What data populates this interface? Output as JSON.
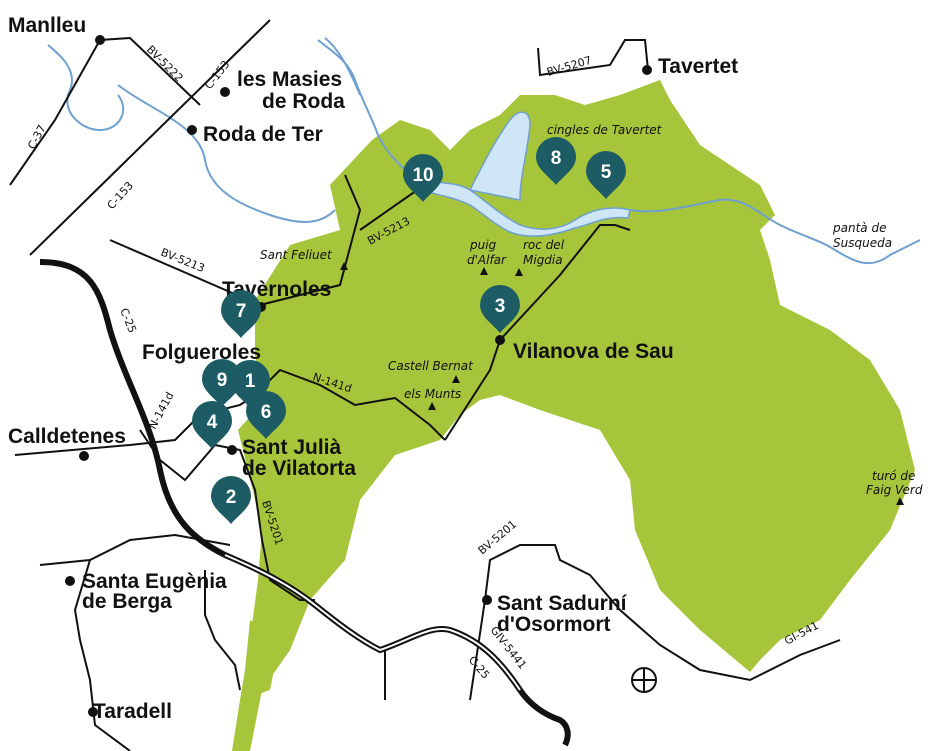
{
  "colors": {
    "park": "#a7c53b",
    "water": "#cfe6f7",
    "water_outline": "#6fa0cf",
    "marker": "#1d5c64",
    "road": "#111111"
  },
  "towns": {
    "manlleu": "Manlleu",
    "les_masies_1": "les Masies",
    "les_masies_2": "de Roda",
    "roda": "Roda de Ter",
    "tavertet": "Tavertet",
    "tavernoles": "Tavèrnoles",
    "folgueroles": "Folgueroles",
    "vilanova": "Vilanova de Sau",
    "calldetenes": "Calldetenes",
    "sant_julia_1": "Sant Julià",
    "sant_julia_2": "de Vilatorta",
    "santa_eugenia_1": "Santa Eugènia",
    "santa_eugenia_2": "de Berga",
    "sant_sadurni_1": "Sant Sadurní",
    "sant_sadurni_2": "d'Osormort",
    "taradell": "Taradell"
  },
  "places": {
    "cingles": "cingles de Tavertet",
    "sant_feliuet": "Sant Feliuet",
    "puig_1": "puig",
    "puig_2": "d'Alfar",
    "roc_1": "roc del",
    "roc_2": "Migdia",
    "castell": "Castell Bernat",
    "munts": "els Munts",
    "panta_1": "pantà de",
    "panta_2": "Susqueda",
    "turo_1": "turó de",
    "turo_2": "Faig Verd"
  },
  "roads": {
    "bv5222": "BV-5222",
    "c153_a": "C-153",
    "c153_b": "C-153",
    "c37": "C-37",
    "bv5207": "BV-5207",
    "bv5213_a": "BV-5213",
    "bv5213_b": "BV-5213",
    "c25_a": "C-25",
    "n141d_a": "N-141d",
    "n141d_b": "N-141d",
    "bv5201_a": "BV-5201",
    "bv5201_b": "BV-5201",
    "giv5441": "GIV-5441",
    "c25_b": "C-25",
    "gi541": "GI-541"
  },
  "markers": [
    "1",
    "2",
    "3",
    "4",
    "5",
    "6",
    "7",
    "8",
    "9",
    "10"
  ]
}
